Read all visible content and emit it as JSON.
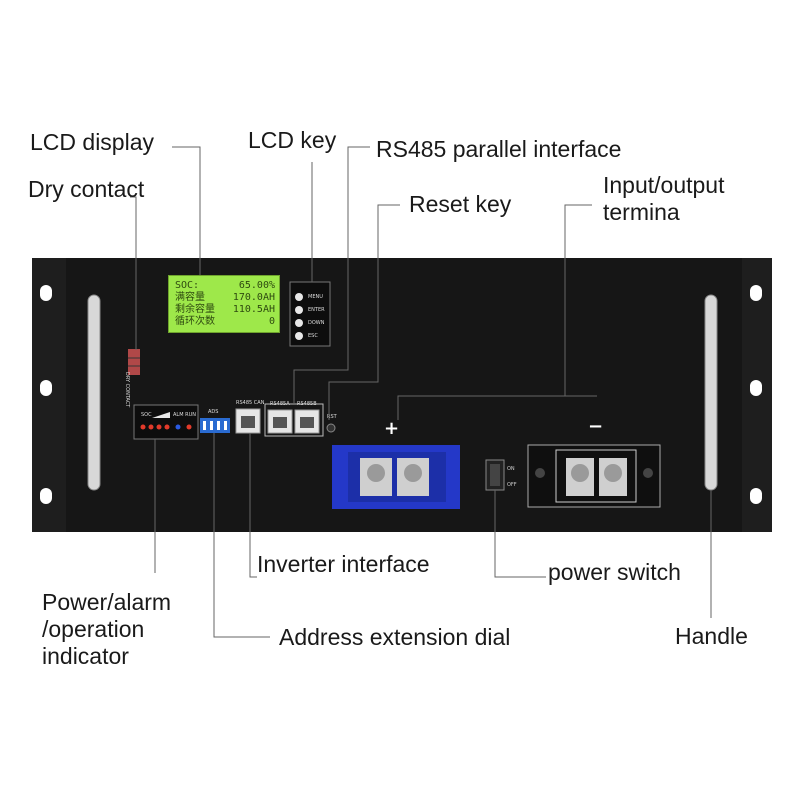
{
  "callouts": {
    "lcd_display": "LCD display",
    "dry_contact": "Dry contact",
    "lcd_key": "LCD key",
    "rs485": "RS485 parallel interface",
    "reset_key": "Reset key",
    "io_terminal": "Input/output termina",
    "inverter": "Inverter interface",
    "power_switch": "power switch",
    "indicator": "Power/alarm /operation indicator",
    "address_dial": "Address extension dial",
    "handle": "Handle"
  },
  "lcd": {
    "rows": [
      {
        "label": "SOC:",
        "value": "65.00%"
      },
      {
        "label": "满容量",
        "value": "170.0AH"
      },
      {
        "label": "剩余容量",
        "value": "110.5AH"
      },
      {
        "label": "循环次数",
        "value": "0"
      }
    ]
  },
  "panel": {
    "keys": [
      "MENU",
      "ENTER",
      "DOWN",
      "ESC"
    ],
    "dry_contact": "DRY CONTACT",
    "soc": "SOC",
    "alm_run": "ALM RUN",
    "ads": "ADS",
    "rs485_can": "RS485 CAN",
    "rs485a": "RS485A",
    "rs485b": "RS485B",
    "rst": "RST",
    "plus": "+",
    "minus": "−",
    "on": "ON",
    "off": "OFF"
  },
  "colors": {
    "panel": "#161616",
    "lcd": "#9ee84a",
    "terminal_blue": "#2438c8",
    "led_red": "#e23a2a",
    "led_blue": "#2a5ae2",
    "leader": "#666666"
  }
}
